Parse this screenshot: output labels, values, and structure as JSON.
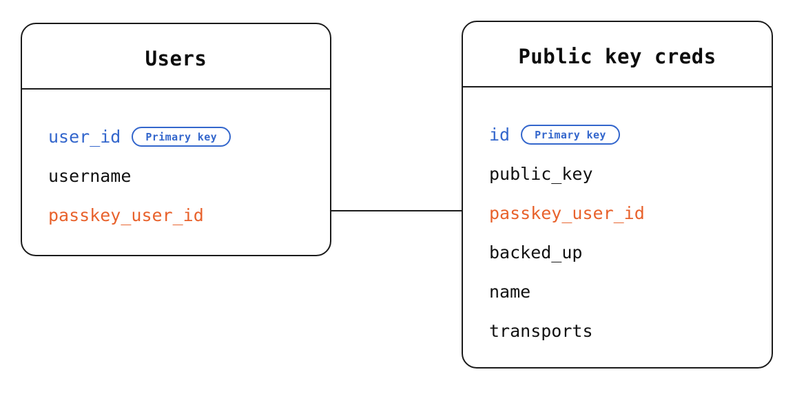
{
  "diagram": {
    "type": "entity-relationship-diagram",
    "background": "#ffffff",
    "colors": {
      "primary_key": "#3366cc",
      "foreign_key": "#e8622c",
      "text": "#111111",
      "border": "#1a1a1a",
      "background": "#ffffff"
    },
    "entities": [
      {
        "id": "users",
        "title": "Users",
        "fields": [
          {
            "name": "user_id",
            "role": "pk",
            "badge": "Primary key"
          },
          {
            "name": "username",
            "role": "plain",
            "badge": ""
          },
          {
            "name": "passkey_user_id",
            "role": "fk",
            "badge": ""
          }
        ]
      },
      {
        "id": "credentials",
        "title": "Public key creds",
        "fields": [
          {
            "name": "id",
            "role": "pk",
            "badge": "Primary key"
          },
          {
            "name": "public_key",
            "role": "plain",
            "badge": ""
          },
          {
            "name": "passkey_user_id",
            "role": "fk",
            "badge": ""
          },
          {
            "name": "backed_up",
            "role": "plain",
            "badge": ""
          },
          {
            "name": "name",
            "role": "plain",
            "badge": ""
          },
          {
            "name": "transports",
            "role": "plain",
            "badge": ""
          }
        ]
      }
    ],
    "relations": [
      {
        "id": "users-credentials",
        "from_entity": "users",
        "from_field": "passkey_user_id",
        "to_entity": "credentials",
        "to_field": "passkey_user_id",
        "style": "straight-line"
      }
    ]
  }
}
